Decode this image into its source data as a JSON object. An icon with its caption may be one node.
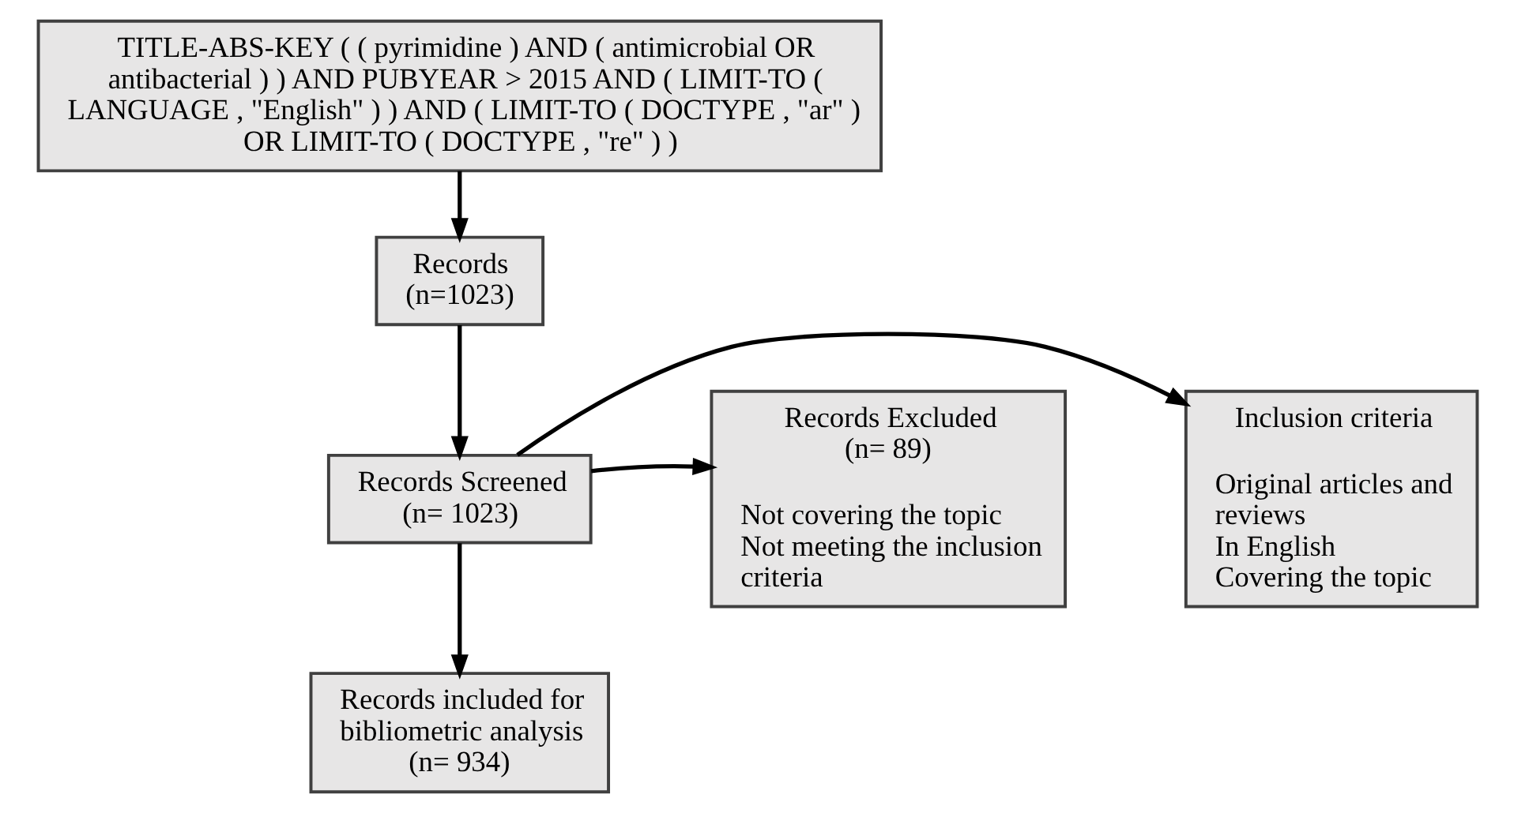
{
  "diagram": {
    "nodes": [
      {
        "text": [
          "TITLE-ABS-KEY ( ( pyrimidine ) AND ( antimicrobial OR antibacterial ) ) AND PUBYEAR > 2015 AND ( LIMIT-TO ( LANGUAGE , \"English\" ) ) AND ( LIMIT-TO ( DOCTYPE , \"ar\" ) OR LIMIT-TO ( DOCTYPE , \"re\" ) )"
        ]
      },
      {
        "text": [
          "Records",
          "(n=1023)"
        ]
      },
      {
        "text": [
          "Inclusion criteria",
          "Original articles and reviews",
          "In English",
          "Covering the topic"
        ]
      },
      {
        "text": [
          "Records Screened",
          "(n= 1023)"
        ]
      },
      {
        "text": [
          "Records Excluded",
          "(n= 89)",
          "Not covering the topic",
          "Not meeting the inclusion criteria"
        ]
      },
      {
        "text": [
          "Records included for bibliometric analysis",
          "(n= 934)"
        ]
      }
    ],
    "edges": [
      {
        "from": 0,
        "to": 1,
        "arrow": "to"
      },
      {
        "from": 1,
        "to": 3,
        "arrow": "to"
      },
      {
        "from": 3,
        "to": 2,
        "arrow": "to"
      },
      {
        "from": 3,
        "to": 4,
        "arrow": "to"
      },
      {
        "from": 3,
        "to": 5,
        "arrow": "to"
      }
    ]
  }
}
